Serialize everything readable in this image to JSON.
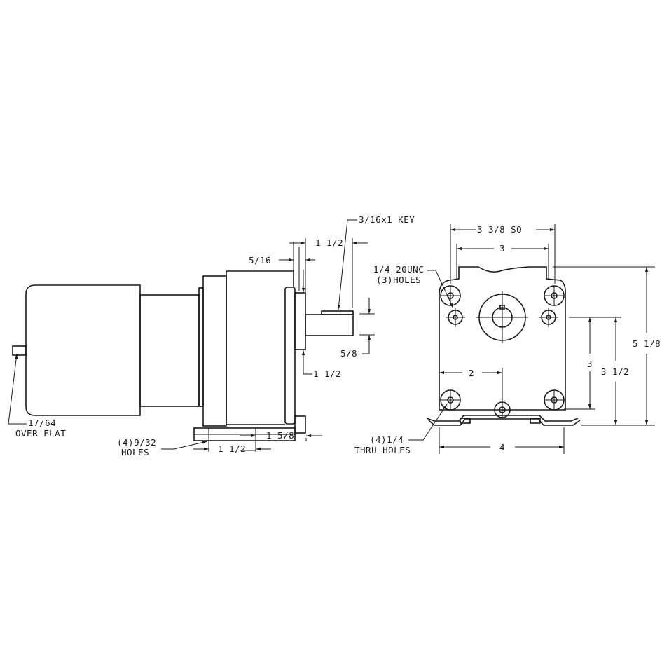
{
  "side_view": {
    "labels": {
      "flat": "17/64",
      "flat_2": "OVER FLAT",
      "base_holes": "(4)9/32",
      "base_holes_2": "HOLES",
      "base_spacing": "1 1/2",
      "base_to_face": "1 5/8",
      "hub_len": "5/16",
      "shaft_len": "1 1/2",
      "key": "3/16x1 KEY",
      "shaft_dia": "5/8",
      "hub_dia": "1 1/2"
    }
  },
  "front_view": {
    "labels": {
      "square": "3 3/8 SQ",
      "bolt_spacing_top": "3",
      "tapped_holes": "1/4-20UNC",
      "tapped_holes_2": "(3)HOLES",
      "thru_holes": "(4)1/4",
      "thru_holes_2": "THRU HOLES",
      "half_width": "2",
      "base_width": "4",
      "shaft_height_holes": "3",
      "shaft_height": "3 1/2",
      "overall_height": "5 1/8"
    }
  }
}
